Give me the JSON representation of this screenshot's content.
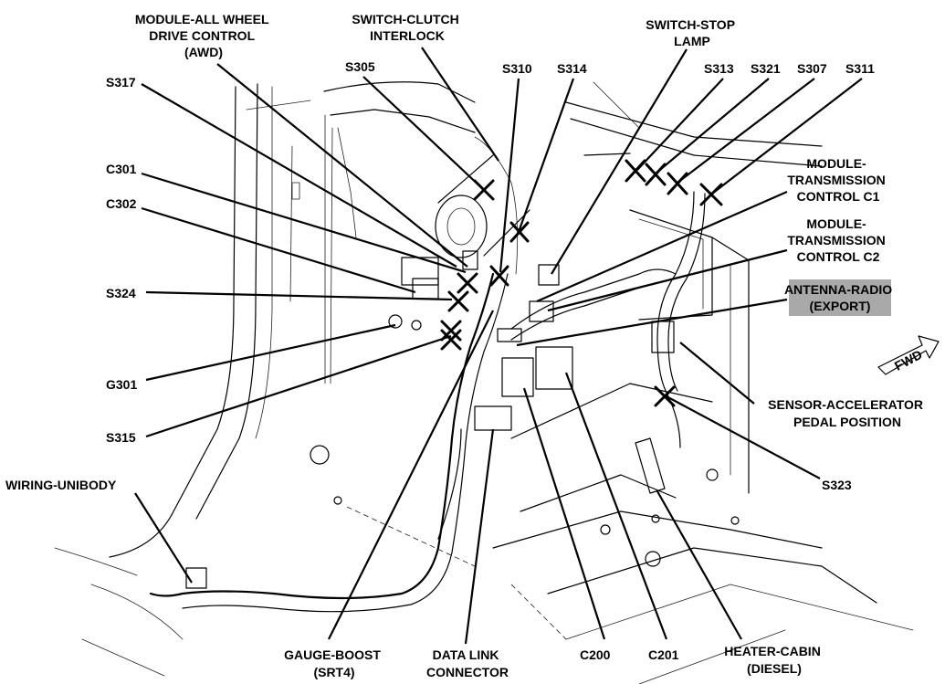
{
  "labels": {
    "module_awd": [
      "MODULE-ALL WHEEL",
      "DRIVE CONTROL",
      "(AWD)"
    ],
    "switch_clutch": [
      "SWITCH-CLUTCH",
      "INTERLOCK"
    ],
    "switch_stop": [
      "SWITCH-STOP",
      "LAMP"
    ],
    "s305": "S305",
    "s310": "S310",
    "s314": "S314",
    "s313": "S313",
    "s321": "S321",
    "s307": "S307",
    "s311": "S311",
    "s317": "S317",
    "c301": "C301",
    "c302": "C302",
    "s324": "S324",
    "g301": "G301",
    "s315": "S315",
    "wiring_unibody": "WIRING-UNIBODY",
    "tcm_c1": [
      "MODULE-",
      "TRANSMISSION",
      "CONTROL C1"
    ],
    "tcm_c2": [
      "MODULE-",
      "TRANSMISSION",
      "CONTROL C2"
    ],
    "antenna": [
      "ANTENNA-RADIO",
      "(EXPORT)"
    ],
    "sensor_accel": [
      "SENSOR-ACCELERATOR",
      "PEDAL POSITION"
    ],
    "s323": "S323",
    "gauge_boost": [
      "GAUGE-BOOST",
      "(SRT4)"
    ],
    "dlc": [
      "DATA LINK",
      "CONNECTOR"
    ],
    "c200": "C200",
    "c201": "C201",
    "heater": [
      "HEATER-CABIN",
      "(DIESEL)"
    ],
    "fwd": "FWD"
  },
  "colors": {
    "antenna_highlight": "#a9a9a9",
    "ink": "#000000",
    "paper": "#ffffff"
  }
}
